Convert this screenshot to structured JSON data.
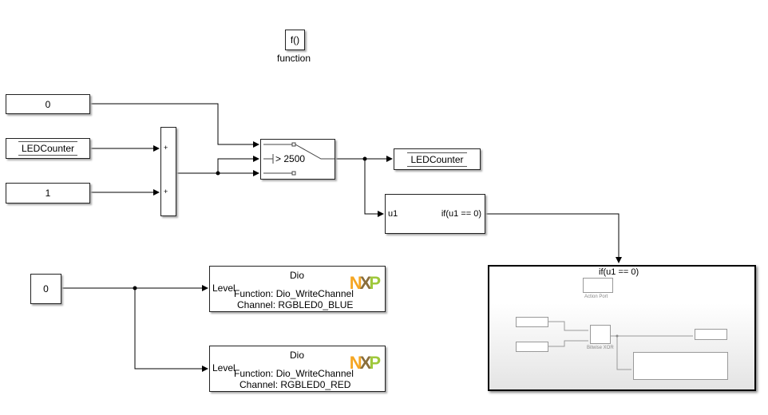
{
  "function_block": {
    "icon": "f()",
    "label": "function"
  },
  "constants": {
    "c0": "0",
    "c1": "1",
    "c_bottom": "0"
  },
  "ds_read": {
    "label": "LEDCounter"
  },
  "ds_write": {
    "label": "LEDCounter"
  },
  "sum": {
    "signs": [
      "+",
      "+"
    ]
  },
  "switch": {
    "threshold": "> 2500"
  },
  "if_block": {
    "input": "u1",
    "condition": "if(u1 == 0)"
  },
  "subsystem": {
    "title": "if(u1 == 0)",
    "action_port_label": "Action Port",
    "xor_label": "Bitwise XOR"
  },
  "dio_blue": {
    "title": "Dio",
    "port": "Level",
    "function": "Function: Dio_WriteChannel",
    "channel": "Channel: RGBLED0_BLUE",
    "logo": "NXP"
  },
  "dio_red": {
    "title": "Dio",
    "port": "Level",
    "function": "Function: Dio_WriteChannel",
    "channel": "Channel: RGBLED0_RED",
    "logo": "NXP"
  }
}
